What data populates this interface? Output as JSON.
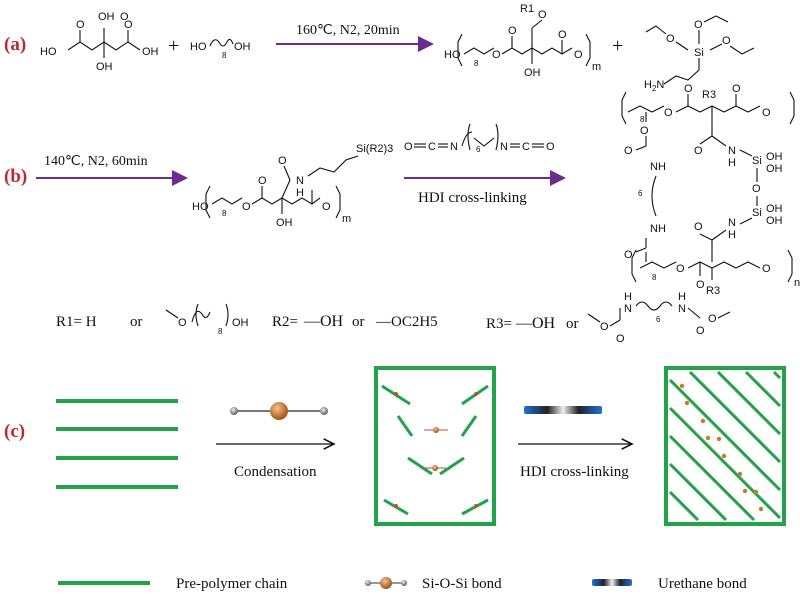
{
  "panels": {
    "a": "(a)",
    "b": "(b)",
    "c": "(c)"
  },
  "step_a": {
    "conditions": "160℃, N2, 20min",
    "plus1": "+",
    "plus2": "+",
    "m": "m",
    "R1": "R1",
    "HO": "HO",
    "OH": "OH",
    "n8": "8"
  },
  "step_b": {
    "conditions": "140℃, N2, 60min",
    "hdi_label": "HDI cross-linking",
    "m": "m",
    "n": "n",
    "Si_R2": "Si(R2)3",
    "R3": "R3",
    "n6": "6"
  },
  "substituents": {
    "R1": "R1= H",
    "or1": "or",
    "R1_alt_idx": "8",
    "R1_alt_OH": "OH",
    "R2": "R2=",
    "R2_a": "—OH",
    "or2": "or",
    "R2_b": "—OC2H5",
    "R3": "R3=",
    "R3_a": "—OH",
    "or3": "or",
    "R3_idx": "6"
  },
  "step_c": {
    "arrow1_label": "Condensation",
    "arrow2_label": "HDI cross-linking"
  },
  "legend": {
    "prepolymer": "Pre-polymer chain",
    "siosi": "Si-O-Si bond",
    "urethane": "Urethane bond"
  },
  "colors": {
    "panel_label": "#c0282f",
    "arrow": "#6a2c8e",
    "chain": "#22a34a",
    "urethane": "#27355a",
    "si_ball": "#c87a2c"
  }
}
